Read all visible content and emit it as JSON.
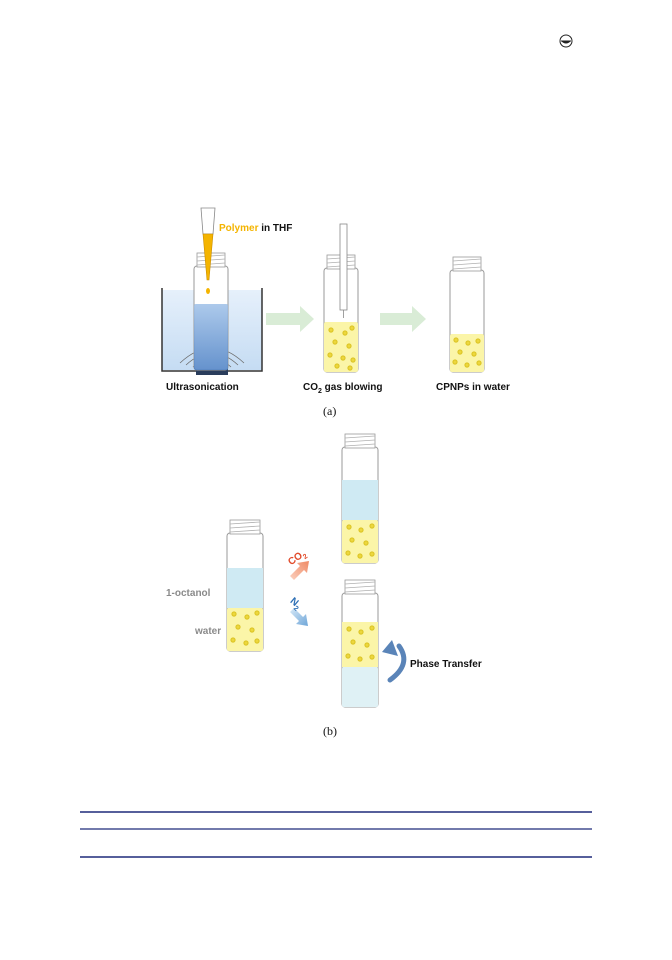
{
  "header": {
    "icon": "logo-icon"
  },
  "panel_a": {
    "polymer_word": "Polymer",
    "in_thf": " in THF",
    "step1": "Ultrasonication",
    "step2_co": "CO",
    "step2_sub": "2",
    "step2_rest": " gas blowing",
    "step3": "CPNPs in water",
    "caption": "(a)"
  },
  "panel_b": {
    "octanol": "1-octanol",
    "water": "water",
    "co2_main": "CO",
    "co2_sub": "2",
    "n2_main": "N",
    "n2_sub": "2",
    "phase_transfer": "Phase Transfer",
    "caption": "(b)"
  },
  "colors": {
    "polymer": "#f4b400",
    "water_bath": "#cfe3f7",
    "bath_deep": "#5b8fcf",
    "particle_layer": "#fbf5a8",
    "particle": "#ecd62c",
    "octanol": "#cfeaf3",
    "arrow_green": "#d9ecd6",
    "co2_arrow": "#f29a7a",
    "n2_arrow": "#9bc4e6",
    "rule": "#1f2a7a"
  }
}
